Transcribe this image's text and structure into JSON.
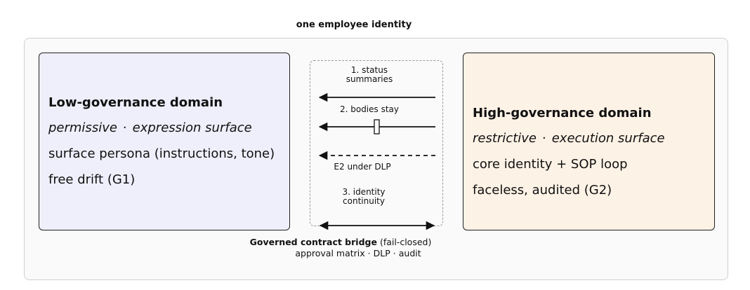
{
  "title": "one employee identity",
  "low_domain": {
    "title": "Low-governance domain",
    "tag1": "permissive",
    "tag2": "expression surface",
    "line1": "surface persona (instructions, tone)",
    "line2": "free drift (G1)"
  },
  "high_domain": {
    "title": "High-governance domain",
    "tag1": "restrictive",
    "tag2": "execution surface",
    "line1": "core identity + SOP loop",
    "line2": "faceless, audited (G2)"
  },
  "bridge": {
    "label1_line1": "1. status",
    "label1_line2": "summaries",
    "label2": "2. bodies stay",
    "label3": "E2 under DLP",
    "label4_line1": "3. identity",
    "label4_line2": "continuity",
    "caption_bold": "Governed contract bridge",
    "caption_paren": "(fail-closed)",
    "sub1": "approval matrix",
    "sub2": "DLP",
    "sub3": "audit",
    "separator": "·"
  }
}
